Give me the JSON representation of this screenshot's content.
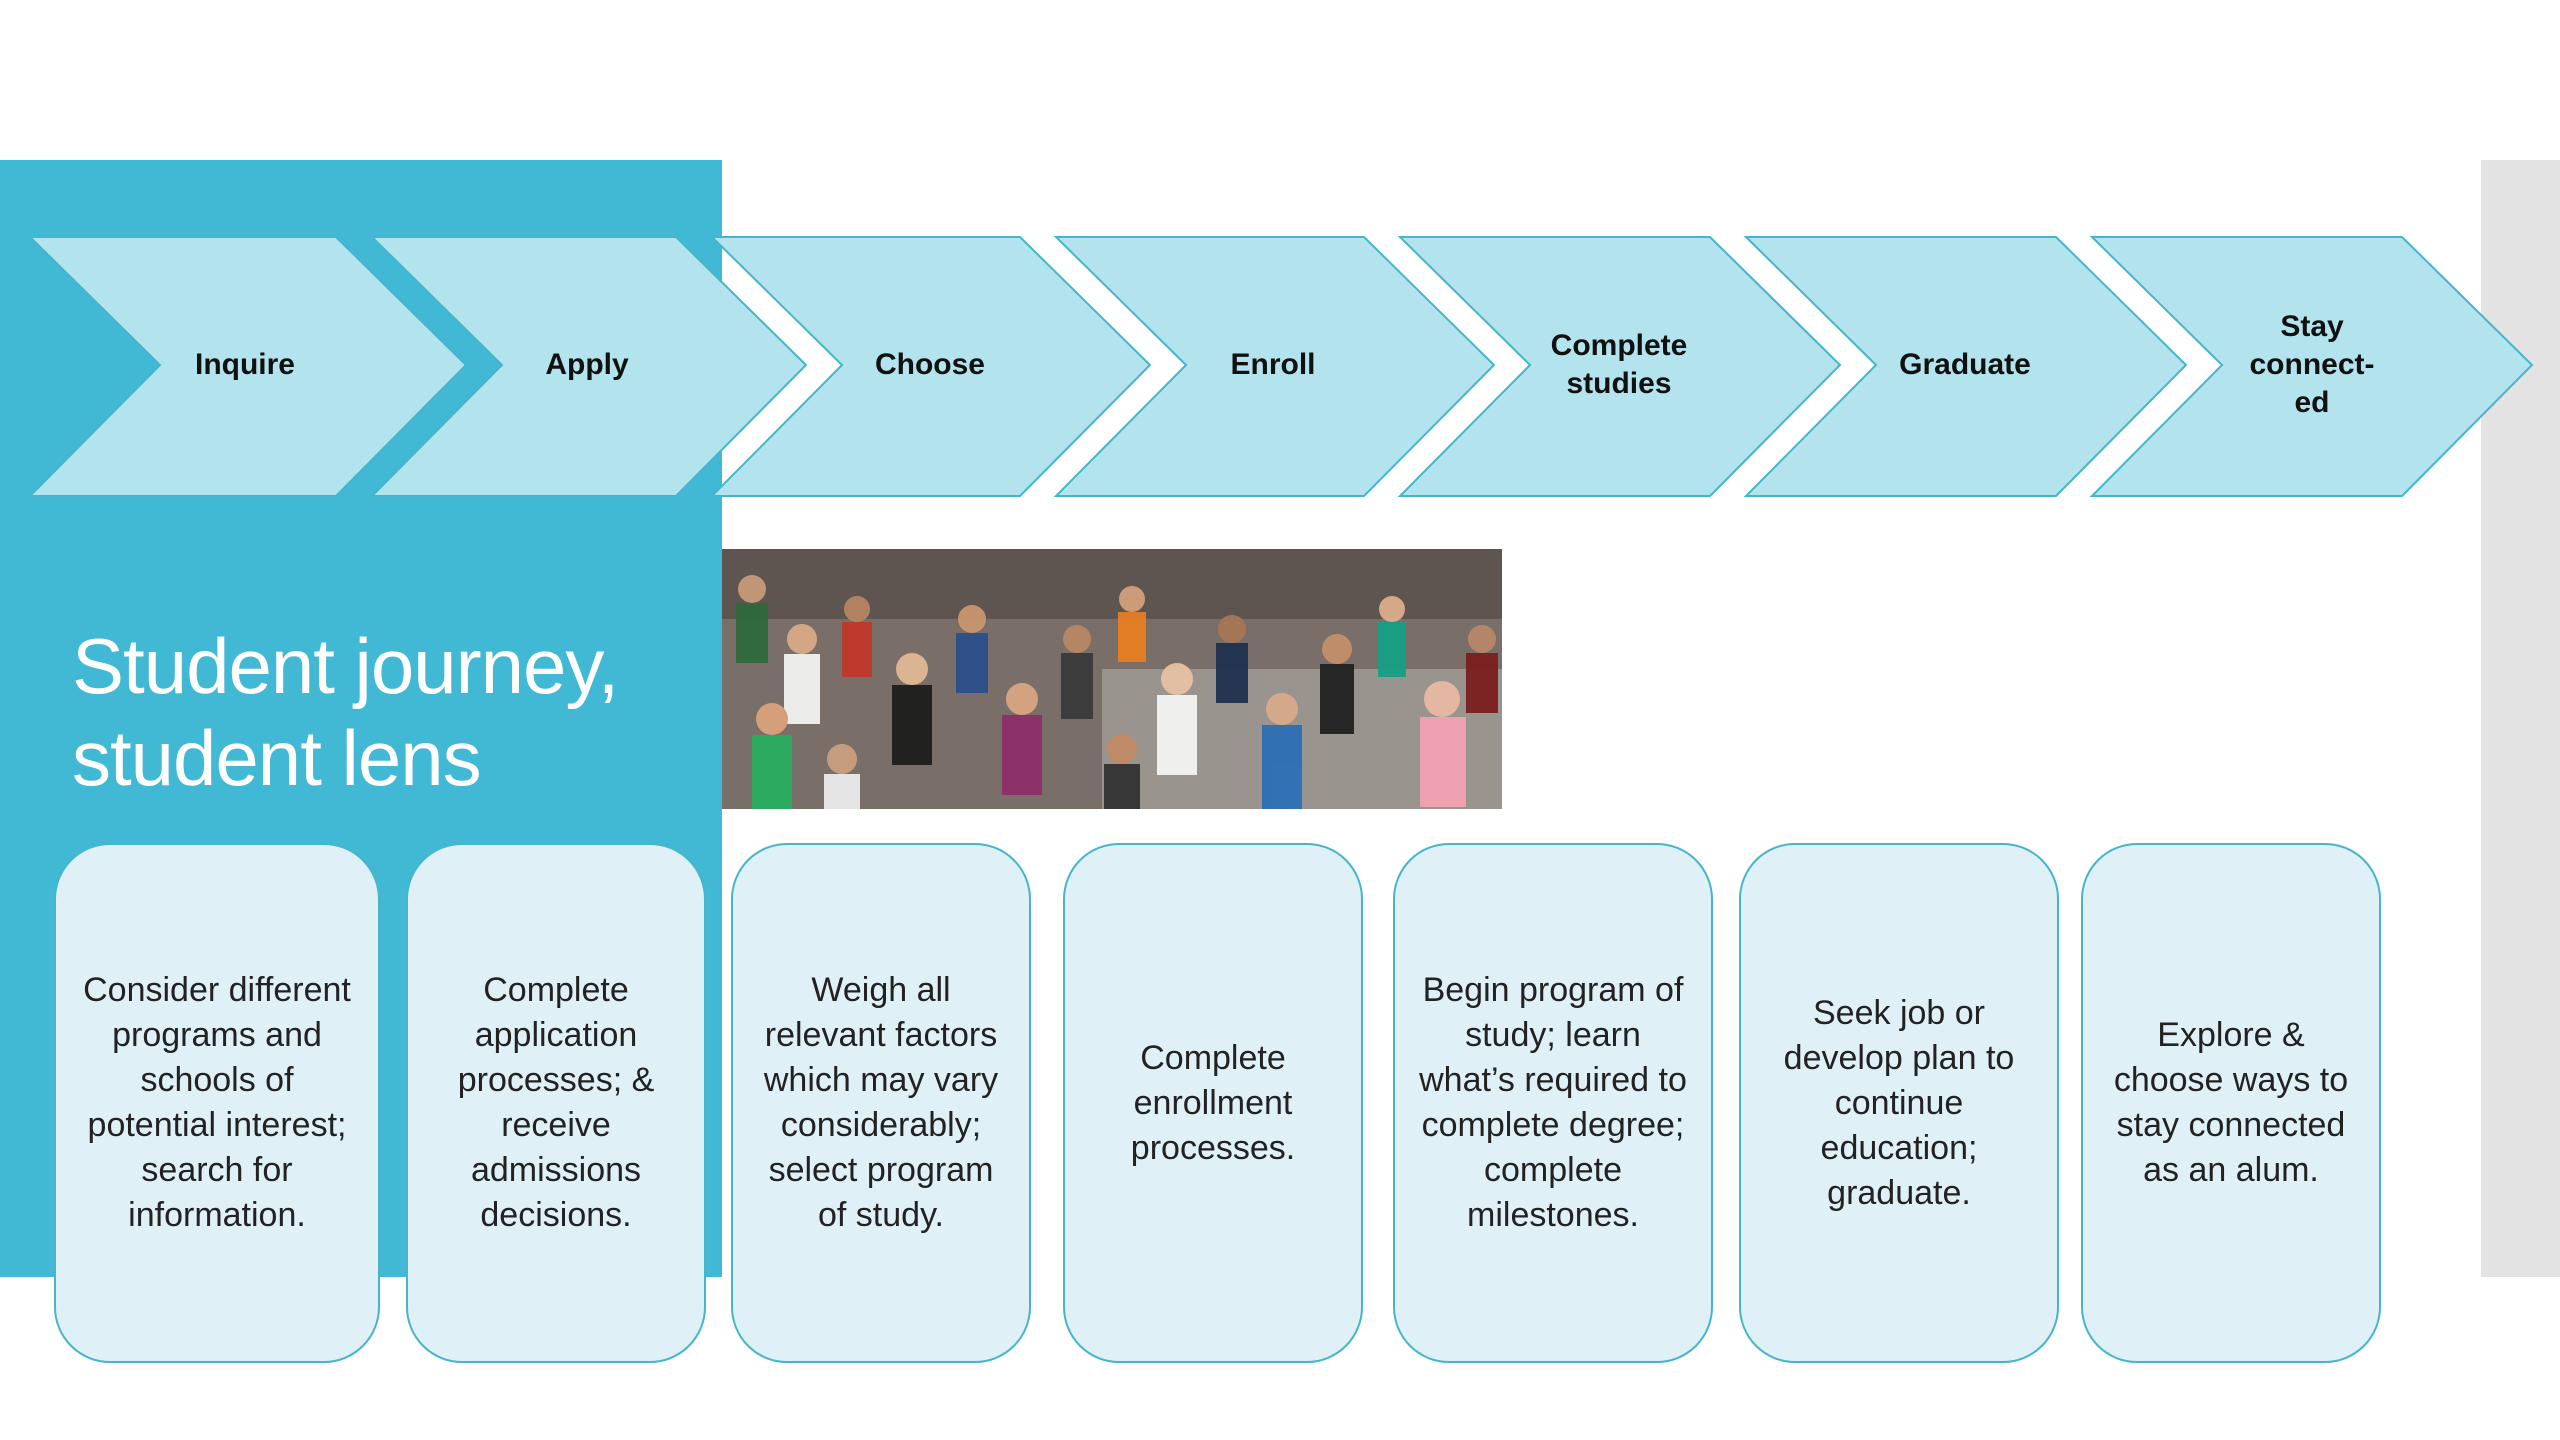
{
  "slide": {
    "title_line1": "Student journey,",
    "title_line2": "student lens"
  },
  "colors": {
    "panel": "#41b9d4",
    "chevron_fill": "#b3e3ec",
    "chevron_stroke": "#46b5cc",
    "card_fill": "#dff1f7",
    "card_stroke": "#46b5cc",
    "right_strip": "#e3e3e3"
  },
  "stages": [
    {
      "label": "Inquire",
      "description": "Consider different programs and schools of potential interest; search for information."
    },
    {
      "label": "Apply",
      "description": "Complete application processes; & receive admissions decisions."
    },
    {
      "label": "Choose",
      "description": "Weigh all relevant factors which may vary considerably; select program of study."
    },
    {
      "label": "Enroll",
      "description": "Complete enrollment processes."
    },
    {
      "label": "Complete studies",
      "description": "Begin program of study; learn what’s required to complete degree; complete milestones."
    },
    {
      "label": "Graduate",
      "description": "Seek job or develop plan to continue education; graduate."
    },
    {
      "label": "Stay connect-ed",
      "description": "Explore & choose ways to stay connected as an alum."
    }
  ],
  "photo": {
    "description_icon": "crowd-photo"
  }
}
